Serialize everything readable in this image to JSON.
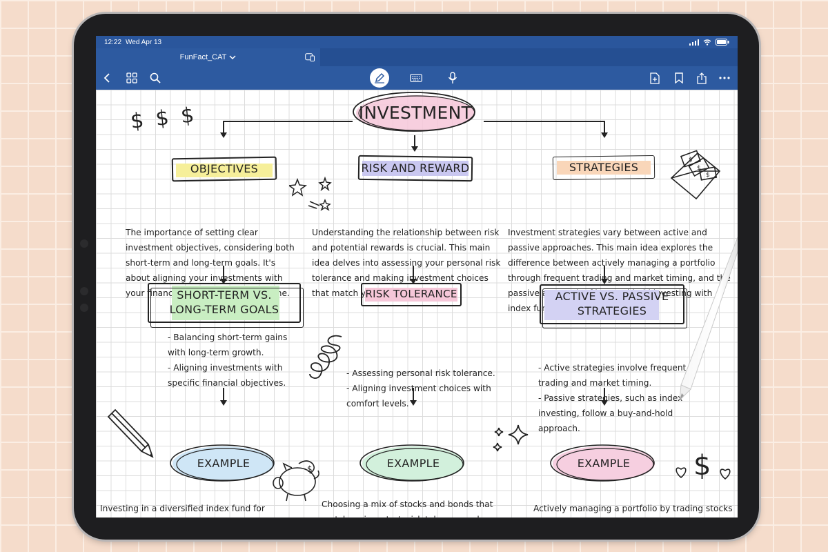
{
  "status": {
    "time": "12:22",
    "date": "Wed Apr 13"
  },
  "tab": {
    "title": "FunFact_CAT"
  },
  "colors": {
    "toolbar": "#2d5aa0",
    "objectives_highlight": "#f6ef9a",
    "risk_highlight": "#c9c7f0",
    "strategies_highlight": "#f9d6b9",
    "green_highlight": "#c9eec2",
    "pink_highlight": "#f6c7d9",
    "blue_example": "#cfe6f6",
    "green_example": "#d2f0dc",
    "pink_example": "#f6cfe0"
  },
  "toolbar": {
    "icons": [
      "back-icon",
      "grid-icon",
      "search-icon",
      "pen-icon",
      "keyboard-icon",
      "microphone-icon",
      "add-page-icon",
      "bookmark-icon",
      "share-icon",
      "more-icon"
    ]
  },
  "note": {
    "main_title": "INVESTMENT",
    "columns": [
      {
        "heading": "OBJECTIVES",
        "description": "The importance of setting clear investment objectives, considering both short-term and long-term goals. It's about aligning your investments with your financial aspirations and timeline.",
        "sub_heading_line1": "SHORT-TERM VS.",
        "sub_heading_line2": "LONG-TERM GOALS",
        "bullet1": "- Balancing short-term gains with long-term growth.",
        "bullet2": "- Aligning investments with specific financial objectives.",
        "example_label": "EXAMPLE",
        "example_text": "Investing in a diversified index fund for retirement savings while also holding a portion of the portfolio for short-term goals like a down payment on a house."
      },
      {
        "heading": "RISK AND REWARD",
        "description": "Understanding the relationship between risk and potential rewards is crucial. This main idea delves into assessing your personal risk tolerance and making investment choices that match your comfort levels.",
        "sub_heading_line1": "RISK TOLERANCE",
        "bullet1": "- Assessing personal risk tolerance.",
        "bullet2": "- Aligning investment choices with comfort levels.",
        "example_label": "EXAMPLE",
        "example_text": "Choosing a mix of stocks and bonds that match an investor's risk tolerance, where higher-risk assets may yield greater returns, but also come with increased volatility."
      },
      {
        "heading": "STRATEGIES",
        "description": "Investment strategies vary between active and passive approaches. This main idea explores the difference between actively managing a portfolio through frequent trading and market timing, and the passive approach of buy-and-hold investing with index funds.",
        "sub_heading_line1": "ACTIVE VS. PASSIVE",
        "sub_heading_line2": "STRATEGIES",
        "bullet1": "- Active strategies involve frequent trading and market timing.",
        "bullet2": "- Passive strategies, such as index investing, follow a buy-and-hold approach.",
        "example_label": "EXAMPLE",
        "example_text": "Actively managing a portfolio by trading stocks and adjusting positions in response to market news versus a passive approach of holding a low-cost index fund for long-term growth."
      }
    ],
    "doodles": {
      "dollars": "$ $ $",
      "dollar_right": "$"
    }
  }
}
